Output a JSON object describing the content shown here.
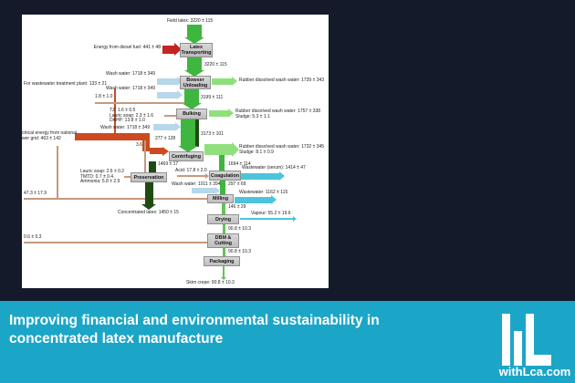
{
  "banner": {
    "title": "Improving financial and environmental sustainability in concentrated latex manufacture",
    "title_lines": [
      "Improving financial and environmental sustainability in",
      "concentrated latex manufacture"
    ]
  },
  "logo": {
    "text": "withLca.com"
  },
  "diagram": {
    "boxes": [
      {
        "id": "latex-transporting",
        "label": "Latex Transporting"
      },
      {
        "id": "bowser-unloading",
        "label": "Bowser Unloading"
      },
      {
        "id": "bulking",
        "label": "Bulking"
      },
      {
        "id": "centrifuging",
        "label": "Centrifuging"
      },
      {
        "id": "preservation",
        "label": "Preservation"
      },
      {
        "id": "coagulation",
        "label": "Coagulation"
      },
      {
        "id": "milling",
        "label": "Milling"
      },
      {
        "id": "drying",
        "label": "Drying"
      },
      {
        "id": "dbm-cutting",
        "label": "DBM & Cutting"
      },
      {
        "id": "packaging",
        "label": "Packaging"
      }
    ],
    "labels": [
      {
        "id": "field-latex",
        "text": "Field latex: 3220 ± 115"
      },
      {
        "id": "diesel-energy",
        "text": "Energy from diesel fuel: 441 ± 48"
      },
      {
        "id": "flow-3220",
        "text": "3220 ± 115"
      },
      {
        "id": "wash-water-1",
        "text": "Wash water: 1718 ± 349"
      },
      {
        "id": "rubber-wash-1",
        "text": "Rubber dissolved wash water: 1739 ± 343"
      },
      {
        "id": "wash-water-2",
        "text": "Wash water: 1718 ± 349"
      },
      {
        "id": "flow-3199",
        "text": "3199 ± 111"
      },
      {
        "id": "flow-1-8",
        "text": "1.8 ± 1.0"
      },
      {
        "id": "tz",
        "text": "TZ: 1.6 ± 0.5"
      },
      {
        "id": "lauric-soap-1",
        "text": "Lauric soap: 2.3 ± 1.6"
      },
      {
        "id": "dahp",
        "text": "DAHP: 13.8 ± 1.0"
      },
      {
        "id": "rubber-wash-2",
        "text": "Rubber dissolved wash water: 1757 ± 338"
      },
      {
        "id": "sludge-1",
        "text": "Sludge: 5.3 ± 1.1"
      },
      {
        "id": "wash-water-3",
        "text": "Wash water: 1718 ± 349"
      },
      {
        "id": "flow-3173",
        "text": "3173 ± 101"
      },
      {
        "id": "flow-277",
        "text": "277 ± 128"
      },
      {
        "id": "flow-3-6",
        "text": "3.6"
      },
      {
        "id": "rubber-wash-3",
        "text": "Rubber dissolved wash water: 1732 ± 345"
      },
      {
        "id": "sludge-2",
        "text": "Sludge: 8.1 ± 0.9"
      },
      {
        "id": "flow-1469",
        "text": "1469 ± 17"
      },
      {
        "id": "flow-1694",
        "text": "1694 ± 114"
      },
      {
        "id": "acid",
        "text": "Acid: 17.8 ± 2.0"
      },
      {
        "id": "wastewater-serum",
        "text": "Wastewater (serum): 1414 ± 47"
      },
      {
        "id": "lauric-soap-2",
        "text": "Lauric soap: 2.6 ± 0.2"
      },
      {
        "id": "tmtd",
        "text": "TMTD: 0.7 ± 0.4"
      },
      {
        "id": "ammonia",
        "text": "Ammonia: 5.8 ± 2.9"
      },
      {
        "id": "wash-water-milling",
        "text": "Wash water: 1011 ± 394"
      },
      {
        "id": "flow-297",
        "text": "297 ± 69"
      },
      {
        "id": "wastewater-milling",
        "text": "Wastewater: 1162 ± 115"
      },
      {
        "id": "flow-47-3",
        "text": "47.3 ± 17.9"
      },
      {
        "id": "concentrated-latex",
        "text": "Concentrated latex: 1450 ± 15"
      },
      {
        "id": "flow-146",
        "text": "146 ± 29"
      },
      {
        "id": "vapour",
        "text": "Vapour: 55.2 ± 19.6"
      },
      {
        "id": "flow-90-8-a",
        "text": "90.8 ± 10.3"
      },
      {
        "id": "flow-0-6",
        "text": "0.6 ± 0.3"
      },
      {
        "id": "flow-90-8-b",
        "text": "90.8 ± 10.3"
      },
      {
        "id": "skim-crepe",
        "text": "Skim crepe: 90.8 ± 10.3"
      },
      {
        "id": "wastewater-treatment",
        "text": "For wastewater treatment plant: 133 ± 21"
      },
      {
        "id": "electrical-line1",
        "text": "ctrical energy from national"
      },
      {
        "id": "electrical-line2",
        "text": "wer grid: 463 ± 142"
      }
    ],
    "colors": {
      "background": "#151a2b",
      "panel": "#ffffff",
      "banner": "#1ba6c8",
      "latex_flow": "#3fb63f",
      "concentrated_latex_flow": "#1f4a14",
      "wash_water": "#b7d7eb",
      "rubber_dissolved_wash_water": "#8fe07d",
      "wastewater": "#4ec4dc",
      "diesel_energy": "#c42421",
      "electrical_energy": "#cb4a21",
      "chemicals": "#c49a7e",
      "process_box": "#c9c9c9"
    }
  }
}
